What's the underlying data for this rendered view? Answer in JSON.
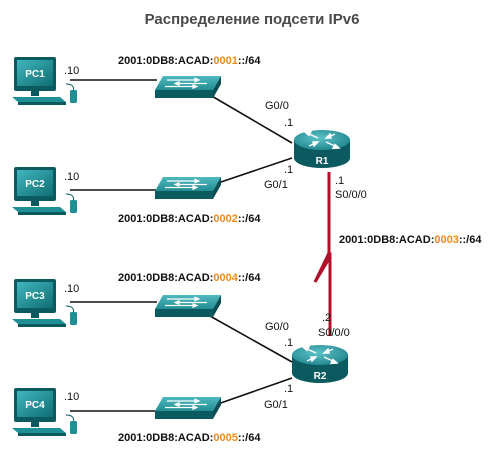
{
  "title": "Распределение подсети IPv6",
  "pcs": [
    {
      "name": "PC1",
      "addr": ".10"
    },
    {
      "name": "PC2",
      "addr": ".10"
    },
    {
      "name": "PC3",
      "addr": ".10"
    },
    {
      "name": "PC4",
      "addr": ".10"
    }
  ],
  "routers": [
    {
      "name": "R1"
    },
    {
      "name": "R2"
    }
  ],
  "subnets": [
    {
      "prefix": "2001:0DB8:ACAD:",
      "id": "0001",
      "suffix": "::/64"
    },
    {
      "prefix": "2001:0DB8:ACAD:",
      "id": "0002",
      "suffix": "::/64"
    },
    {
      "prefix": "2001:0DB8:ACAD:",
      "id": "0003",
      "suffix": "::/64"
    },
    {
      "prefix": "2001:0DB8:ACAD:",
      "id": "0004",
      "suffix": "::/64"
    },
    {
      "prefix": "2001:0DB8:ACAD:",
      "id": "0005",
      "suffix": "::/64"
    }
  ],
  "interfaces": {
    "r1_g00": "G0/0",
    "r1_g00_addr": ".1",
    "r1_g01": "G0/1",
    "r1_g01_addr": ".1",
    "r1_s000": "S0/0/0",
    "r1_s000_addr": ".1",
    "r2_s000": "S0/0/0",
    "r2_s000_addr": ".2",
    "r2_g00": "G0/0",
    "r2_g00_addr": ".1",
    "r2_g01": "G0/1",
    "r2_g01_addr": ".1"
  },
  "colors": {
    "device_teal": "#1f8f96",
    "device_dark": "#0b5a60",
    "subnet_highlight": "#f08a1c",
    "serial_link": "#b0102a"
  }
}
